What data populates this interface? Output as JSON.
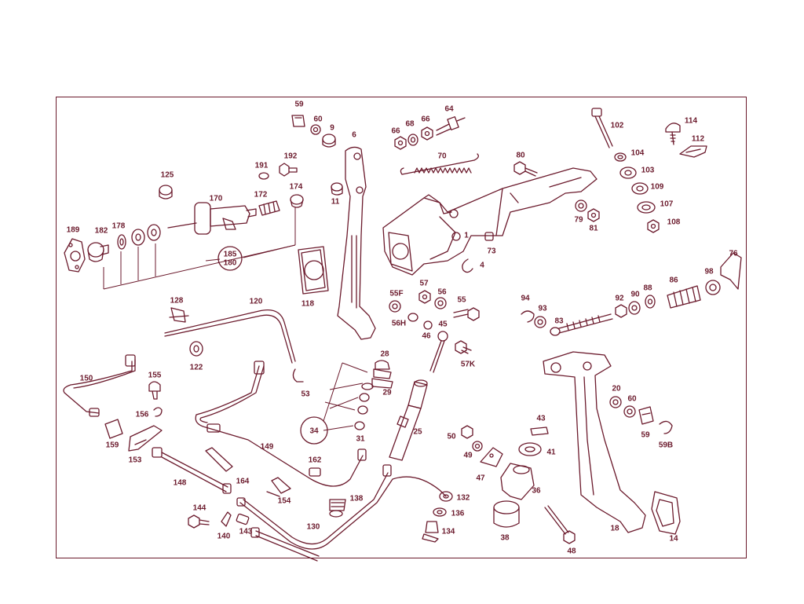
{
  "colors": {
    "line": "#6b1a2c",
    "background": "#ffffff",
    "part_fill": "#f4e6ea"
  },
  "callouts": {
    "c59": "59",
    "c60": "60",
    "c9": "9",
    "c6": "6",
    "c11": "11",
    "c66a": "66",
    "c68": "68",
    "c66b": "66",
    "c64": "64",
    "c70": "70",
    "c80": "80",
    "c102": "102",
    "c104": "104",
    "c103": "103",
    "c109": "109",
    "c107": "107",
    "c108": "108",
    "c114": "114",
    "c112": "112",
    "c191": "191",
    "c192": "192",
    "c125": "125",
    "c170": "170",
    "c172": "172",
    "c174": "174",
    "c189": "189",
    "c182": "182",
    "c178": "178",
    "c185": "185",
    "c180": "180",
    "c118": "118",
    "c1": "1",
    "c4": "4",
    "c73": "73",
    "c79": "79",
    "c81": "81",
    "c76": "76",
    "c98": "98",
    "c86": "86",
    "c88": "88",
    "c90": "90",
    "c92": "92",
    "c94": "94",
    "c93": "93",
    "c83": "83",
    "c128": "128",
    "c120": "120",
    "c122": "122",
    "c53": "53",
    "c55F": "55F",
    "c57": "57",
    "c56": "56",
    "c55": "55",
    "c56H": "56H",
    "c46": "46",
    "c45": "45",
    "c57K": "57K",
    "c150": "150",
    "c155": "155",
    "c156": "156",
    "c159": "159",
    "c153": "153",
    "c28": "28",
    "c29": "29",
    "c25": "25",
    "c34": "34",
    "c31": "31",
    "c149": "149",
    "c162": "162",
    "c164": "164",
    "c148": "148",
    "c154": "154",
    "c138": "138",
    "c132": "132",
    "c136": "136",
    "c134": "134",
    "c130": "130",
    "c144": "144",
    "c140": "140",
    "c143": "143",
    "c50": "50",
    "c49": "49",
    "c47": "47",
    "c43": "43",
    "c41": "41",
    "c36": "36",
    "c38": "38",
    "c48": "48",
    "c20": "20",
    "c60b": "60",
    "c59b": "59",
    "c59B": "59B",
    "c18": "18",
    "c14": "14"
  }
}
